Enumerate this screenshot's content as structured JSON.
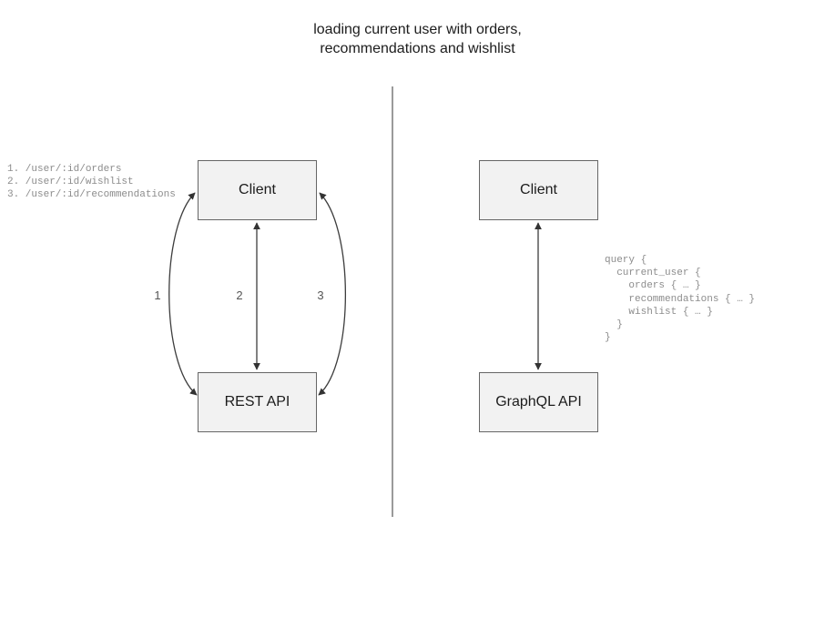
{
  "diagram": {
    "title": "loading current user with orders,\nrecommendations and wishlist",
    "divider": {
      "name": "vertical-divider",
      "color": "#808080"
    }
  },
  "rest_panel": {
    "client_box_label": "Client",
    "api_box_label": "REST API",
    "endpoints_code": "1. /user/:id/orders\n2. /user/:id/wishlist\n3. /user/:id/recommendations",
    "edge_labels": [
      "1",
      "2",
      "3"
    ],
    "edges": [
      {
        "name": "request-1-curve-left",
        "label": "1",
        "bidirectional": true
      },
      {
        "name": "request-2-straight-center",
        "label": "2",
        "bidirectional": true
      },
      {
        "name": "request-3-curve-right",
        "label": "3",
        "bidirectional": true
      }
    ]
  },
  "graphql_panel": {
    "client_box_label": "Client",
    "api_box_label": "GraphQL API",
    "query_code": "query {\n  current_user {\n    orders { … }\n    recommendations { … }\n    wishlist { … }\n  }\n}",
    "edges": [
      {
        "name": "graphql-single-request",
        "bidirectional": true
      }
    ]
  },
  "colors": {
    "box_fill": "#f2f2f2",
    "box_stroke": "#666666",
    "text": "#1c1c1c",
    "code_text": "#8c8c8c",
    "arrow": "#4d4d4d",
    "label_text": "#555555"
  }
}
